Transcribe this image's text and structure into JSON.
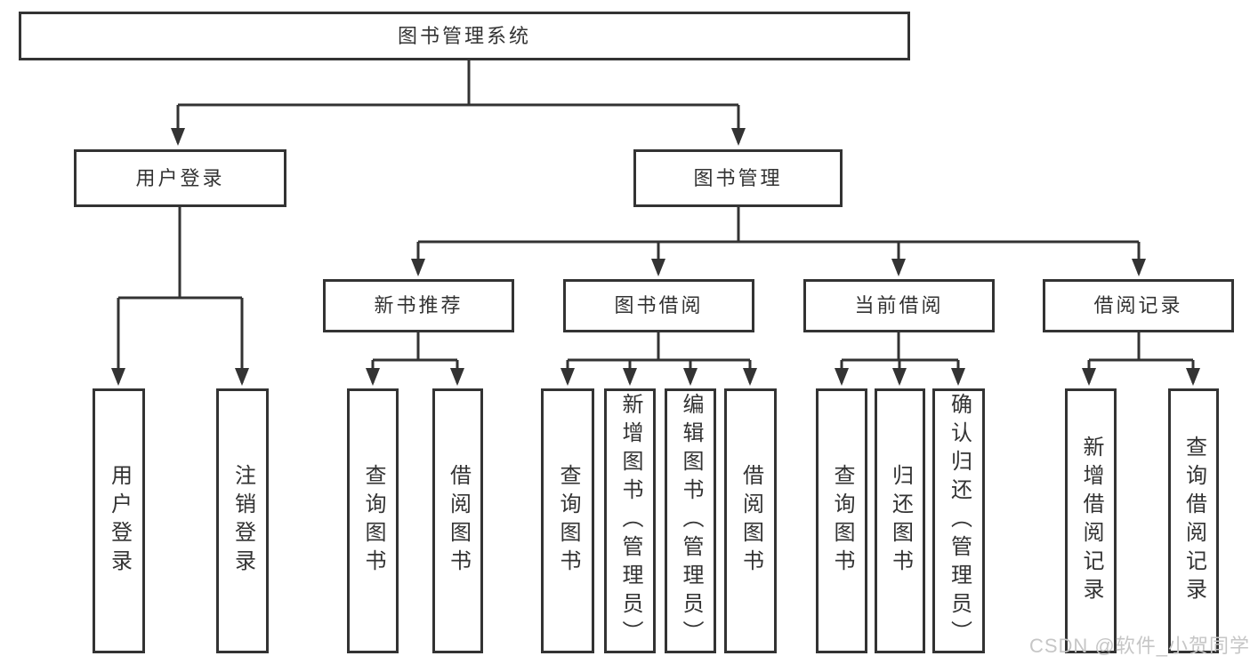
{
  "diagram": {
    "root": {
      "label": "图书管理系统"
    },
    "branches": [
      {
        "label": "用户登录",
        "children": [
          {
            "label": "用户登录"
          },
          {
            "label": "注销登录"
          }
        ]
      },
      {
        "label": "图书管理",
        "children": [
          {
            "label": "新书推荐",
            "children": [
              {
                "label": "查询图书"
              },
              {
                "label": "借阅图书"
              }
            ]
          },
          {
            "label": "图书借阅",
            "children": [
              {
                "label": "查询图书"
              },
              {
                "label": "新增图书（管理员）"
              },
              {
                "label": "编辑图书（管理员）"
              },
              {
                "label": "借阅图书"
              }
            ]
          },
          {
            "label": "当前借阅",
            "children": [
              {
                "label": "查询图书"
              },
              {
                "label": "归还图书"
              },
              {
                "label": "确认归还（管理员）"
              }
            ]
          },
          {
            "label": "借阅记录",
            "children": [
              {
                "label": "新增借阅记录"
              },
              {
                "label": "查询借阅记录"
              }
            ]
          }
        ]
      }
    ]
  },
  "watermark": {
    "text": "CSDN @软件_小贺同学"
  },
  "colors": {
    "line": "#333333",
    "text": "#333333",
    "box_background": "#ffffff",
    "watermark": "#c6c6c6",
    "background": "#ffffff"
  }
}
